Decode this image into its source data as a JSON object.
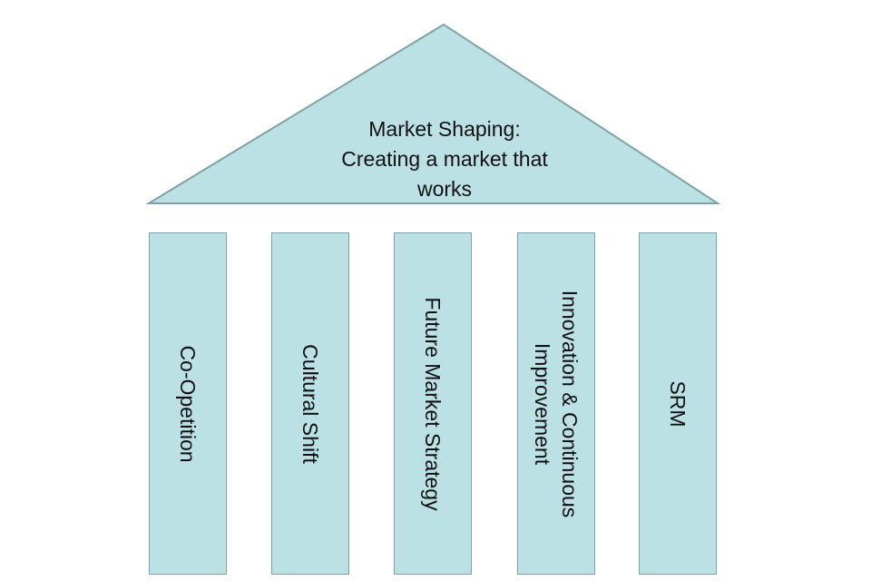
{
  "roof": {
    "line1": "Market Shaping:",
    "line2": "Creating a market that",
    "line3": "works"
  },
  "pillars": [
    {
      "label": "Co-Opetition"
    },
    {
      "label": "Cultural Shift"
    },
    {
      "label": "Future Market Strategy"
    },
    {
      "label_line1": "Innovation & Continuous",
      "label_line2": "Improvement"
    },
    {
      "label": "SRM"
    }
  ],
  "colors": {
    "fill": "#bce1e4",
    "stroke": "#7fa2a5"
  }
}
